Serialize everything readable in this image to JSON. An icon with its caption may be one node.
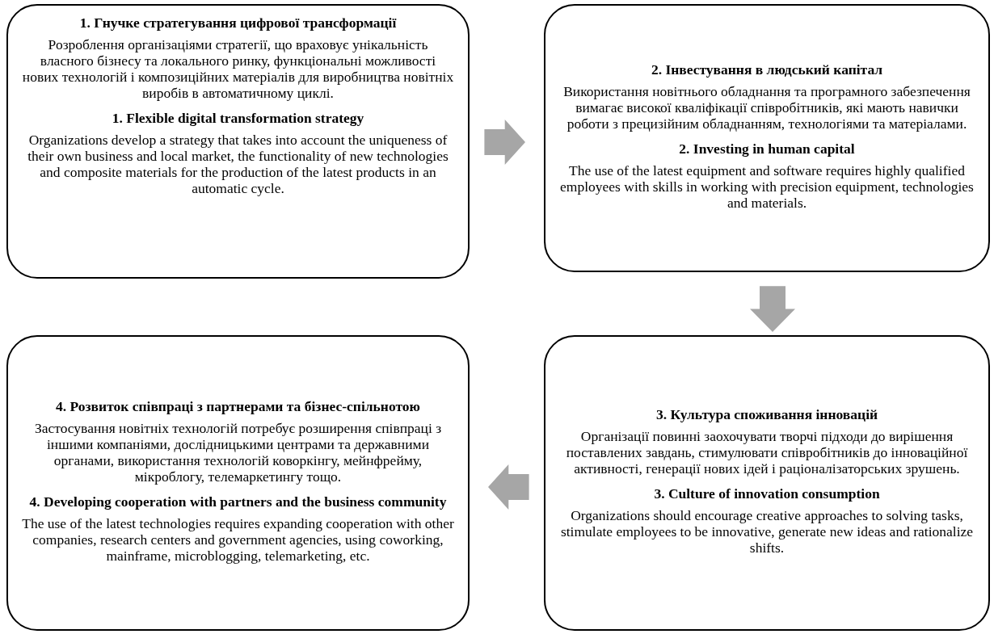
{
  "diagram": {
    "nodes": [
      {
        "text": [
          "1. Гнучке стратегування цифрової трансформації",
          "Розроблення організаціями стратегії, що враховує унікальність власного бізнесу та локального ринку, функціональні можливості нових технологій і композиційних матеріалів для виробництва новітніх виробів в автоматичному циклі.",
          "1. Flexible digital transformation strategy",
          "Organizations develop a strategy that takes into account the uniqueness of their own business and local market, the functionality of new technologies and composite materials for the production of the latest products in an automatic cycle."
        ]
      },
      {
        "text": [
          "2. Інвестування в людський капітал",
          "Використання новітнього обладнання та програмного забезпечення вимагає високої кваліфікації співробітників, які мають навички роботи з прецизійним обладнанням, технологіями та матеріалами.",
          "2. Investing in human capital",
          "The use of the latest equipment and software requires highly qualified employees with skills in working with precision equipment, technologies and materials."
        ]
      },
      {
        "text": [
          "3. Культура споживання інновацій",
          "Організації повинні заохочувати творчі підходи до вирішення поставлених завдань, стимулювати співробітників до інноваційної активності, генерації нових ідей і раціоналізаторських зрушень.",
          "3. Culture of innovation consumption",
          "Organizations should encourage creative approaches to solving tasks, stimulate employees to be innovative, generate new ideas and rationalize shifts."
        ]
      },
      {
        "text": [
          "4. Розвиток співпраці з партнерами та бізнес-спільнотою",
          "Застосування новітніх технологій потребує розширення співпраці з іншими компаніями, дослідницькими центрами та державними органами, використання технологій коворкінгу, мейнфрейму, мікроблогу, телемаркетингу тощо.",
          "4. Developing cooperation with partners and the business community",
          "The use of the latest technologies requires expanding cooperation with other companies, research centers and government agencies, using coworking, mainframe, microblogging, telemarketing, etc."
        ]
      }
    ],
    "edges": [
      {
        "from": 0,
        "to": 1,
        "arrow": "to"
      },
      {
        "from": 1,
        "to": 2,
        "arrow": "to"
      },
      {
        "from": 2,
        "to": 3,
        "arrow": "to"
      }
    ]
  }
}
